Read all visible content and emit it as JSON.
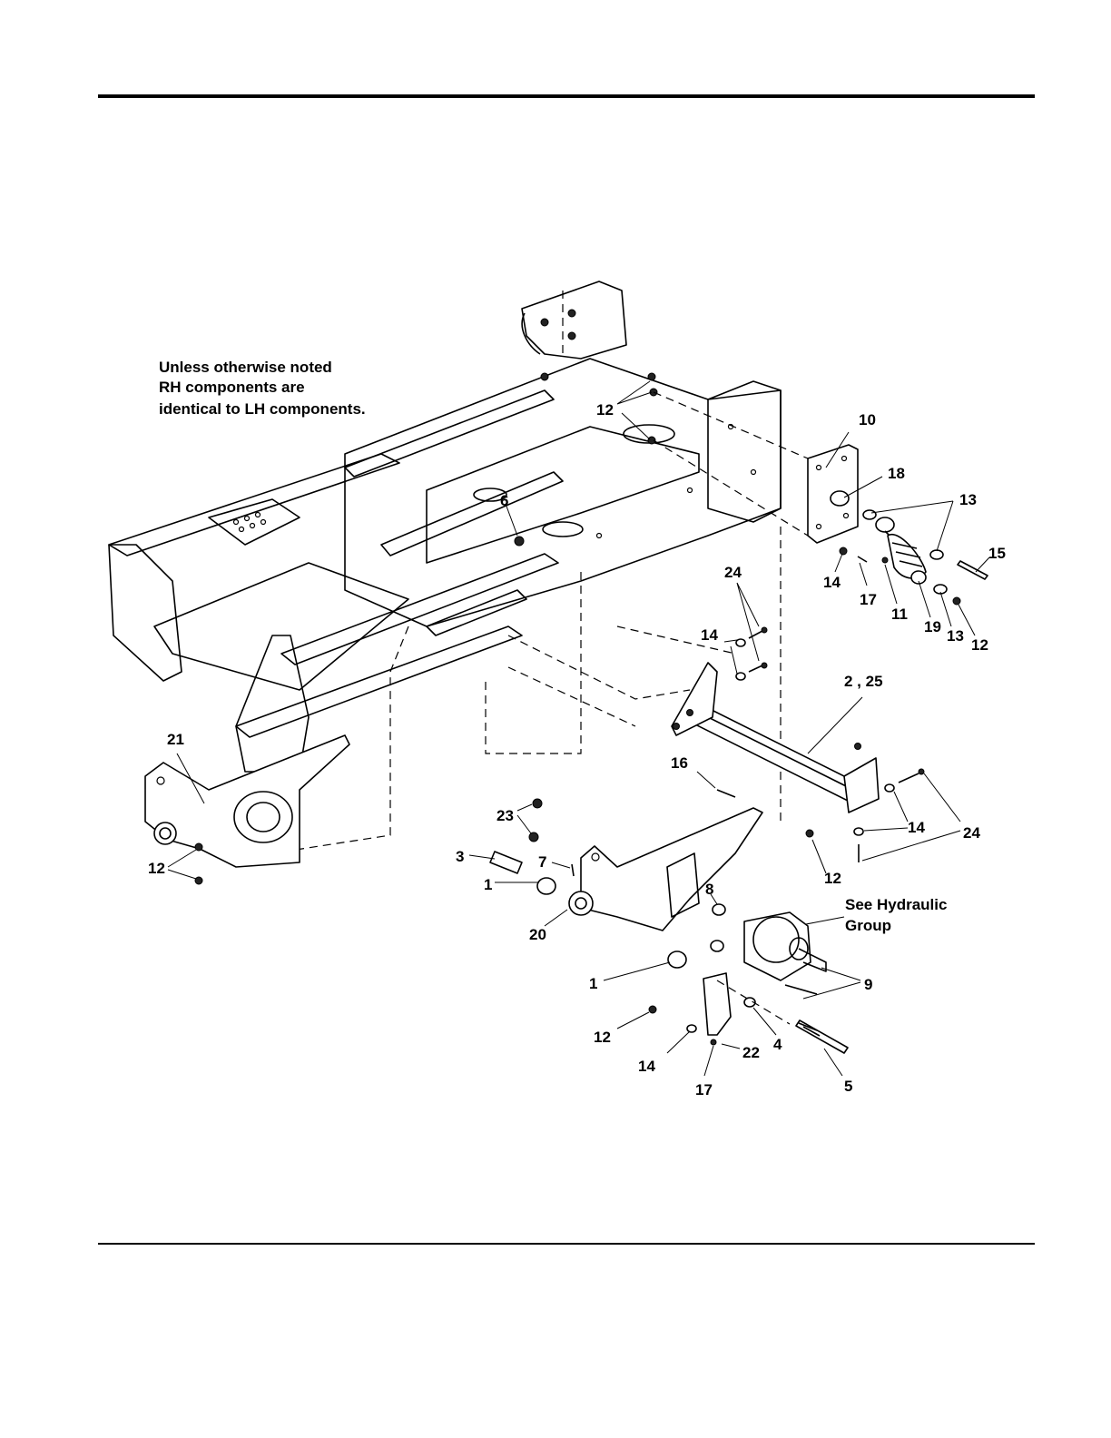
{
  "note": {
    "line1": "Unless otherwise noted",
    "line2": "RH components are",
    "line3": "identical to LH components."
  },
  "callouts": {
    "c12_top": "12",
    "c10": "10",
    "c18": "18",
    "c13_top": "13",
    "c15": "15",
    "c14_a": "14",
    "c17_a": "17",
    "c11": "11",
    "c19": "19",
    "c13_b": "13",
    "c12_b": "12",
    "c6": "6",
    "c24_top": "24",
    "c14_mid": "14",
    "c2_25": "2 , 25",
    "c21": "21",
    "c12_left": "12",
    "c16": "16",
    "c23": "23",
    "c3": "3",
    "c7": "7",
    "c1_a": "1",
    "c20": "20",
    "c8": "8",
    "c14_right": "14",
    "c24_right": "24",
    "c12_right": "12",
    "see_hydraulic_1": "See Hydraulic",
    "see_hydraulic_2": "Group",
    "c1_b": "1",
    "c9": "9",
    "c12_low": "12",
    "c4": "4",
    "c22": "22",
    "c14_low": "14",
    "c5": "5",
    "c17_low": "17"
  }
}
